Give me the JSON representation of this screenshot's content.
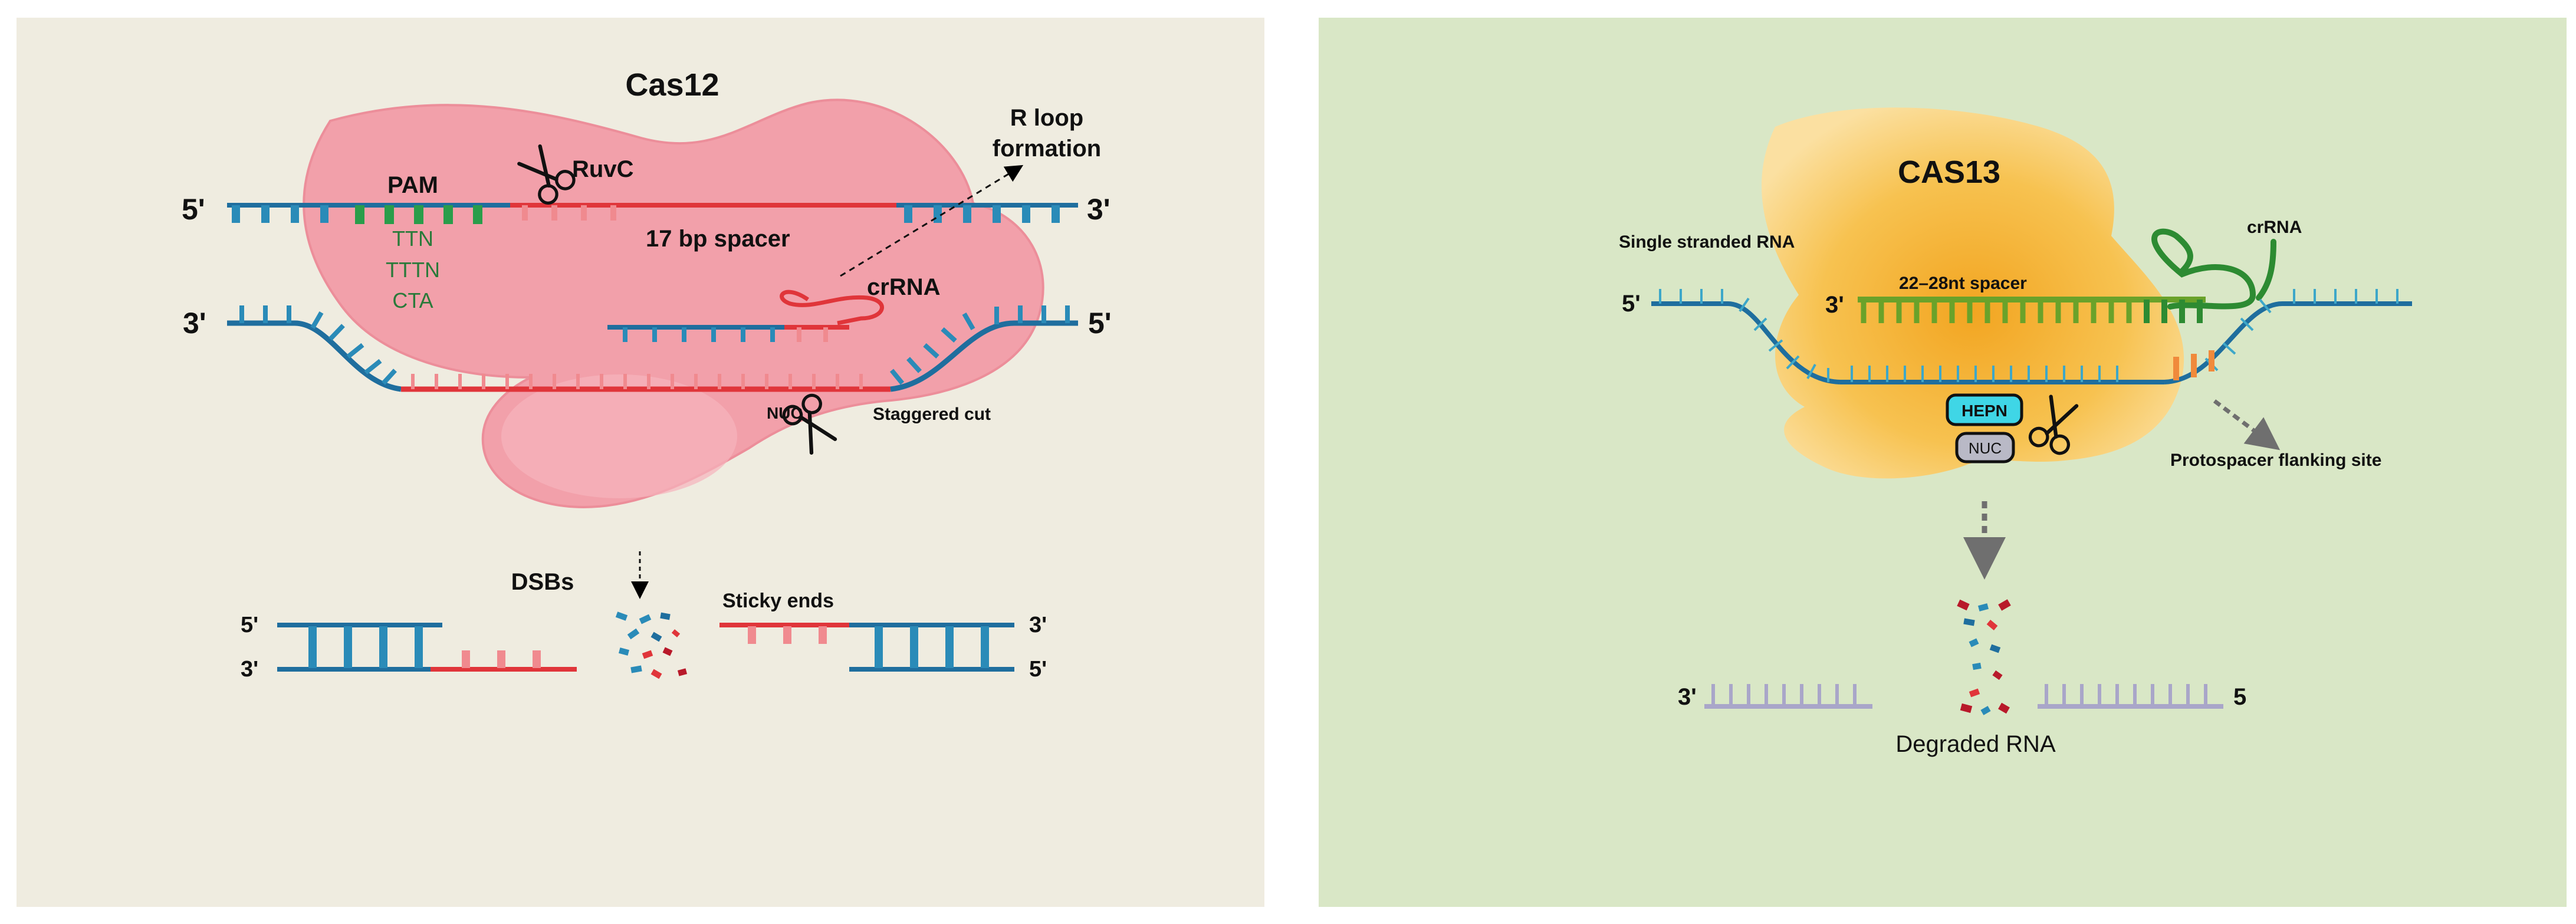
{
  "cas12": {
    "title": "Cas12",
    "top_5p": "5'",
    "top_3p": "3'",
    "bottom_3p": "3'",
    "bottom_5p": "5'",
    "pam": "PAM",
    "pam_seq_1": "TTN",
    "pam_seq_2": "TTTN",
    "pam_seq_3": "CTA",
    "ruvc": "RuvC",
    "spacer": "17 bp spacer",
    "r_loop_1": "R loop",
    "r_loop_2": "formation",
    "crrna": "crRNA",
    "nuc": "NUC",
    "staggered_cut": "Staggered cut",
    "dsbs": "DSBs",
    "sticky_ends": "Sticky ends",
    "frag_left_5p": "5'",
    "frag_left_3p": "3'",
    "frag_right_3p": "3'",
    "frag_right_5p": "5'"
  },
  "cas13": {
    "title": "CAS13",
    "ssrna": "Single stranded RNA",
    "crrna": "crRNA",
    "spacer": "22–28nt spacer",
    "rna_5p": "5'",
    "spacer_3p": "3'",
    "hepn": "HEPN",
    "nuc": "NUC",
    "pfs": "Protospacer flanking site",
    "degraded_3p": "3'",
    "degraded_5p": "5",
    "degraded_label": "Degraded RNA"
  },
  "colors": {
    "panel_left": "#efece0",
    "panel_right": "#d9e7c6",
    "protein_pink": "#f2a0aa",
    "protein_orange": "#f7c24f",
    "dna_blue": "#1f6e9e",
    "dna_red": "#e0353a",
    "pam_green": "#2a9d4a",
    "crrna_green": "#3f8c22",
    "spacer_green": "#6aa22a",
    "pfs_orange": "#f08a3c",
    "hepn_cyan": "#3fd6e6",
    "rna_lilac": "#a9a6c9"
  }
}
